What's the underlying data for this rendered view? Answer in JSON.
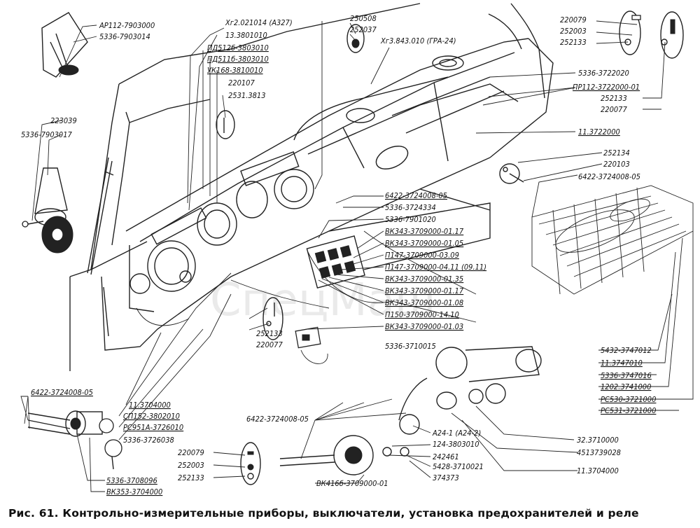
{
  "figure": {
    "caption": "Рис. 61. Контрольно-измерительные приборы, выключатели, установка предохранителей и реле",
    "watermark": "СпецМаш"
  },
  "callouts": [
    {
      "text": "АР112-7903000"
    },
    {
      "text": "5336-7903014"
    },
    {
      "text": "Хг2.021014 (А327)"
    },
    {
      "text": "13.3801010"
    },
    {
      "text": "ПД512б-3803010"
    },
    {
      "text": "ПД511б-3803010"
    },
    {
      "text": "УК168-3810010"
    },
    {
      "text": "220107"
    },
    {
      "text": "2531.3813"
    },
    {
      "text": "250508"
    },
    {
      "text": "252037"
    },
    {
      "text": "Хг3.843.010 (ГРА-24)"
    },
    {
      "text": "220079"
    },
    {
      "text": "252003"
    },
    {
      "text": "252133"
    },
    {
      "text": "5336-3722020"
    },
    {
      "text": "ПР112-3722000-01"
    },
    {
      "text": "252133"
    },
    {
      "text": "220077"
    },
    {
      "text": "223039"
    },
    {
      "text": "5336-7903017"
    },
    {
      "text": "11.3722000"
    },
    {
      "text": "252134"
    },
    {
      "text": "220103"
    },
    {
      "text": "6422-3724008-05"
    },
    {
      "text": "6422-3724008-05"
    },
    {
      "text": "5336-3724334"
    },
    {
      "text": "5336-7901020"
    },
    {
      "text": "ВК343-3709000-01.17"
    },
    {
      "text": "ВК343-3709000-01.05"
    },
    {
      "text": "П147-3709000-03.09"
    },
    {
      "text": "П147-3709000-04.11 (09.11)"
    },
    {
      "text": "ВК343-3709000-01.35"
    },
    {
      "text": "ВК343-3709000-01.17"
    },
    {
      "text": "ВК343-3709000-01.08"
    },
    {
      "text": "П150-3709000-14.10"
    },
    {
      "text": "ВК343-3709000-01.03"
    },
    {
      "text": "5336-3710015"
    },
    {
      "text": "252133"
    },
    {
      "text": "220077"
    },
    {
      "text": "5432-3747012"
    },
    {
      "text": "11.3747010"
    },
    {
      "text": "5336-3747016"
    },
    {
      "text": "1202.3741000"
    },
    {
      "text": "РС530-3721000"
    },
    {
      "text": "РС531-3721000"
    },
    {
      "text": "6422-3724008-05"
    },
    {
      "text": "11.3704000"
    },
    {
      "text": "СП152-3802010"
    },
    {
      "text": "РС951А-3726010"
    },
    {
      "text": "5336-3726038"
    },
    {
      "text": "6422-3724008-05"
    },
    {
      "text": "32.3710000"
    },
    {
      "text": "А24-1 (А24-2)"
    },
    {
      "text": "124-3803010"
    },
    {
      "text": "242461"
    },
    {
      "text": "4513739028"
    },
    {
      "text": "5428-3710021"
    },
    {
      "text": "374373"
    },
    {
      "text": "11.3704000"
    },
    {
      "text": "220079"
    },
    {
      "text": "252003"
    },
    {
      "text": "252133"
    },
    {
      "text": "ВК416б-3709000-01"
    },
    {
      "text": "5336-3708096"
    },
    {
      "text": "ВК353-3704000"
    }
  ]
}
